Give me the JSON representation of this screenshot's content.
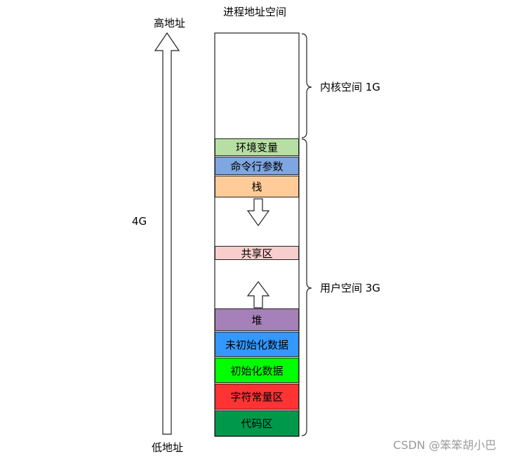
{
  "title": "进程地址空间",
  "axis": {
    "high_label": "高地址",
    "low_label": "低地址",
    "size_label": "4G"
  },
  "kernel": {
    "label": "内核空间 1G"
  },
  "user": {
    "label": "用户空间 3G"
  },
  "segments": {
    "env": {
      "label": "环境变量",
      "color": "#b7dfa3"
    },
    "args": {
      "label": "命令行参数",
      "color": "#7ea6e0"
    },
    "stack": {
      "label": "栈",
      "color": "#ffcc99"
    },
    "shared": {
      "label": "共享区",
      "color": "#f8cecc"
    },
    "heap": {
      "label": "堆",
      "color": "#a680b8"
    },
    "bss": {
      "label": "未初始化数据",
      "color": "#3399ff"
    },
    "data": {
      "label": "初始化数据",
      "color": "#00ff00"
    },
    "rodata": {
      "label": "字符常量区",
      "color": "#ff3333"
    },
    "text": {
      "label": "代码区",
      "color": "#00994c"
    }
  },
  "watermark": "CSDN @笨笨胡小巴"
}
